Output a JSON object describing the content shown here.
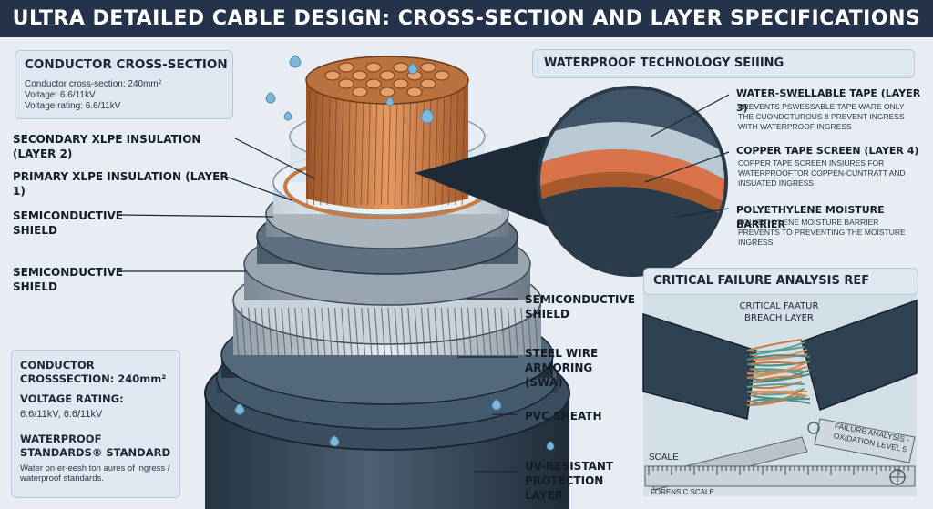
{
  "title": "ULTRA DETAILED CABLE DESIGN: CROSS-SECTION AND LAYER SPECIFICATIONS",
  "conductor_panel": {
    "title": "CONDUCTOR CROSS-SECTION",
    "lines": [
      "Conductor cross-section: 240mm²",
      "Voltage: 6.6/11kV",
      "Voltage rating: 6.6/11kV"
    ]
  },
  "left_labels": {
    "secondary_xlpe": "SECONDARY XLPE INSULATION (LAYER 2)",
    "primary_xlpe": "PRIMARY XLPE INSULATION (LAYER 1)",
    "semi_1": "SEMICONDUCTIVE SHIELD",
    "semi_2": "SEMICONDUCTIVE SHIELD"
  },
  "right_labels": {
    "semi_3": "SEMICONDUCTIVE SHIELD",
    "steel_wire": "STEEL WIRE ARMORING (SWA)",
    "pvc": "PVC SHEATH",
    "uv": "UV-RESISTANT PROTECTION LAYER"
  },
  "specs_panel": {
    "conductor_h": "CONDUCTOR CROSSSECTION: 240mm²",
    "voltage_h": "VOLTAGE RATING:",
    "voltage_v": "6.6/11kV, 6.6/11kV",
    "waterproof_h": "WATERPROOF STANDARDS® STANDARD",
    "waterproof_text": "Water on er-eesh ton aures of ingress / waterproof standards."
  },
  "waterproof_panel": {
    "title": "WATERPROOF TECHNOLOGY SEIIING",
    "items": [
      {
        "title": "WATER-SWELLABLE TAPE (LAYER 3)",
        "desc": "PREVENTS PSWESSABLE TAPE WARE ONLY THE CUONDCTUROUS 8 PREVENT INGRESS WITH WATERPROOF INGRESS"
      },
      {
        "title": "COPPER TAPE SCREEN (LAYER 4)",
        "desc": "COPPER TAPE SCREEN INSIURES FOR WATERPROOFTOR COPPEN-CUNTRATT AND INSUATED INGRESS"
      },
      {
        "title": "POLYETHYLENE MOISTURE BARRIER",
        "desc": "POLYETHYLENE MOISTURE BARRIER PREVENTS TO PREVENTING THE MOISTURE INGRESS"
      }
    ]
  },
  "failure_panel": {
    "title": "CRITICAL FAILURE ANALYSIS REF",
    "breach_label": "CRITICAL FAATUR BREACH LAYER",
    "tag_text": "FAILURE ANALYSIS - OXIDATION LEVEL 5",
    "scale_label": "SCALE",
    "forensic_label": "FORENSIC SCALE"
  },
  "colors": {
    "header_bg": "#25334a",
    "copper": "#c87a45",
    "sheath": "#3a4d5e",
    "panel_bg": "#dde8f0"
  }
}
